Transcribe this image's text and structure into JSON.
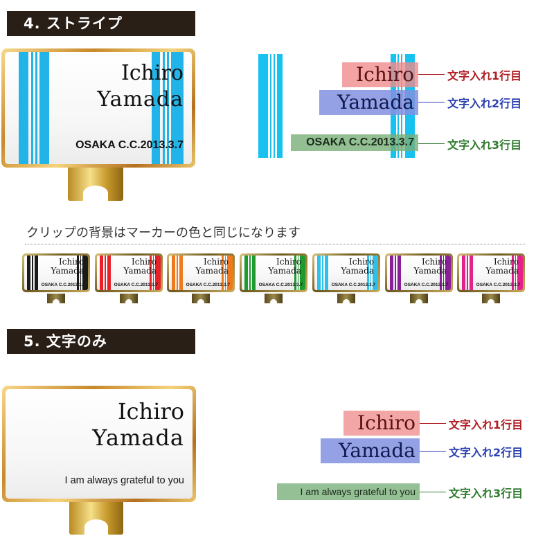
{
  "section4": {
    "title": "4. ストライプ",
    "marker": {
      "line1": "Ichiro",
      "line2": "Yamada",
      "line3": "OSAKA C.C.2013.3.7",
      "stripe_color": "#22b4e8"
    },
    "diagram": {
      "line1": {
        "text": "Ichiro",
        "label": "文字入れ1行目",
        "color": "#b01e23",
        "bg": "#f2a6a6"
      },
      "line2": {
        "text": "Yamada",
        "label": "文字入れ2行目",
        "color": "#2a3fb0",
        "bg": "#9aa6e2"
      },
      "line3": {
        "text": "OSAKA C.C.2013.3.7",
        "label": "文字入れ3行目",
        "color": "#2e7a2e",
        "bg": "#9cc49a"
      }
    }
  },
  "note": "クリップの背景はマーカーの色と同じになります",
  "color_variants": [
    {
      "color_name": "black",
      "color": "#1a1a1a",
      "line1": "Ichiro",
      "line2": "Yamada",
      "line3": "OSAKA C.C.2013.3.7"
    },
    {
      "color_name": "red",
      "color": "#e8202a",
      "line1": "Ichiro",
      "line2": "Yamada",
      "line3": "OSAKA C.C.2013.3.7"
    },
    {
      "color_name": "orange",
      "color": "#f07a1a",
      "line1": "Ichiro",
      "line2": "Yamada",
      "line3": "OSAKA C.C.2013.3.7"
    },
    {
      "color_name": "green",
      "color": "#1e9a2e",
      "line1": "Ichiro",
      "line2": "Yamada",
      "line3": "OSAKA C.C.2013.3.7"
    },
    {
      "color_name": "light-blue",
      "color": "#2ec0ea",
      "line1": "Ichiro",
      "line2": "Yamada",
      "line3": "OSAKA C.C.2013.3.7"
    },
    {
      "color_name": "purple",
      "color": "#8a1f9a",
      "line1": "Ichiro",
      "line2": "Yamada",
      "line3": "OSAKA C.C.2013.3.7"
    },
    {
      "color_name": "pink",
      "color": "#e6208a",
      "line1": "Ichiro",
      "line2": "Yamada",
      "line3": "OSAKA C.C.2013.3.7"
    }
  ],
  "section5": {
    "title": "5. 文字のみ",
    "marker": {
      "line1": "Ichiro",
      "line2": "Yamada",
      "line3": "I am always grateful to you"
    },
    "diagram": {
      "line1": {
        "text": "Ichiro",
        "label": "文字入れ1行目",
        "color": "#b01e23",
        "bg": "#f2a6a6"
      },
      "line2": {
        "text": "Yamada",
        "label": "文字入れ2行目",
        "color": "#2a3fb0",
        "bg": "#9aa6e2"
      },
      "line3": {
        "text": "I am always grateful to you",
        "label": "文字入れ3行目",
        "color": "#2e7a2e",
        "bg": "#9cc49a"
      }
    }
  }
}
